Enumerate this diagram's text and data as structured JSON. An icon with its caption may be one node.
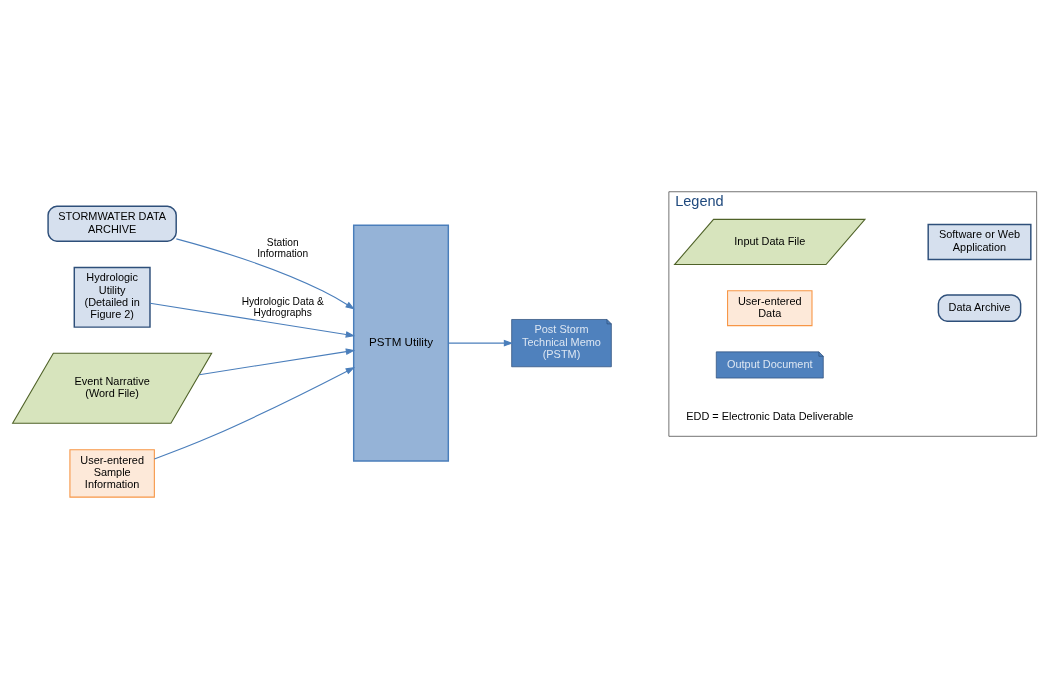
{
  "diagram": {
    "nodes": [
      {
        "text": [
          "STORMWATER DATA ARCHIVE"
        ]
      },
      {
        "text": [
          "Hydrologic Utility",
          "(Detailed in Figure 2)"
        ]
      },
      {
        "text": [
          "Event Narrative (Word File)"
        ]
      },
      {
        "text": [
          "User-entered Sample Information"
        ]
      },
      {
        "text": [
          "PSTM Utility"
        ]
      },
      {
        "text": [
          "Post Storm Technical Memo (PSTM)"
        ]
      },
      {
        "text": [
          "Legend"
        ]
      },
      {
        "text": [
          "Input Data File"
        ],
        "in": 6
      },
      {
        "text": [
          "Software or Web Application"
        ],
        "in": 6
      },
      {
        "text": [
          "User-entered Data"
        ],
        "in": 6
      },
      {
        "text": [
          "Data Archive"
        ],
        "in": 6
      },
      {
        "text": [
          "Output Document"
        ],
        "in": 6
      }
    ],
    "edges": [
      {
        "from": 0,
        "to": 4,
        "arrow": "to",
        "label": "Station Information"
      },
      {
        "from": 1,
        "to": 4,
        "arrow": "to",
        "label": "Hydrologic Data & Hydrographs"
      },
      {
        "from": 2,
        "to": 4,
        "arrow": "to"
      },
      {
        "from": 3,
        "to": 4,
        "arrow": "to"
      },
      {
        "from": 4,
        "to": 5,
        "arrow": "to"
      }
    ],
    "labels": [
      "EDD = Electronic Data Deliverable"
    ]
  }
}
